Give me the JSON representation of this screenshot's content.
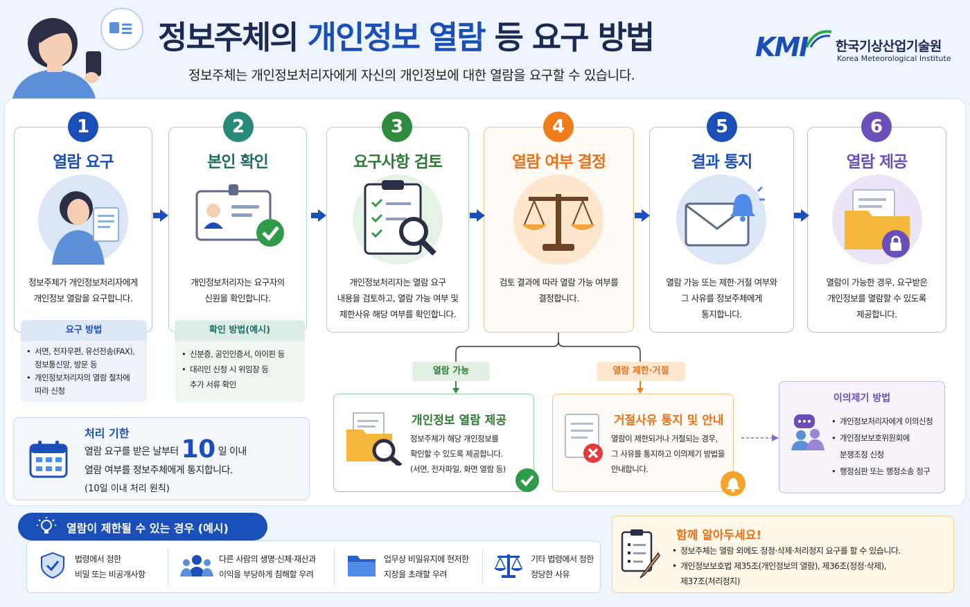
{
  "header": {
    "title_a": "정보주체의 ",
    "title_b": "개인정보 열람",
    "title_c": " 등 요구 방법",
    "subtitle": "정보주체는 개인정보처리자에게 자신의 개인정보에 대한 열람을 요구할 수 있습니다.",
    "logo_mark": "KMI",
    "logo_kr": "한국기상산업기술원",
    "logo_en": "Korea Meteorological Institute"
  },
  "steps": [
    {
      "num": "1",
      "title": "열람 요구",
      "desc": [
        "정보주체가 개인정보처리자에게",
        "개인정보 열람을 요구합니다."
      ],
      "color": "#1a4fb8"
    },
    {
      "num": "2",
      "title": "본인 확인",
      "desc": [
        "개인정보처리자는 요구자의",
        "신원을 확인합니다."
      ],
      "color": "#2a8a7a"
    },
    {
      "num": "3",
      "title": "요구사항 검토",
      "desc": [
        "개인정보처리자는 열람 요구",
        "내용을 검토하고, 열람 가능 여부 및",
        "제한사유 해당 여부를 확인합니다."
      ],
      "color": "#2e8b3e"
    },
    {
      "num": "4",
      "title": "열람 여부 결정",
      "desc": [
        "검토 결과에 따라 열람 가능 여부를",
        "결정합니다."
      ],
      "color": "#f07d1c"
    },
    {
      "num": "5",
      "title": "결과 통지",
      "desc": [
        "열람 가능 또는 제한·거절 여부와",
        "그 사유를 정보주체에게",
        "통지합니다."
      ],
      "color": "#1a4fb8"
    },
    {
      "num": "6",
      "title": "열람 제공",
      "desc": [
        "열람이 가능한 경우, 요구받은",
        "개인정보를 열람할 수 있도록",
        "제공합니다."
      ],
      "color": "#6b4fb8"
    }
  ],
  "request_method": {
    "title": "요구 방법",
    "items": [
      "서면, 전자우편, 유선전송(FAX),",
      "정보통신망, 방문 등",
      "개인정보처리자의 열람 절차에",
      "따라 신청"
    ]
  },
  "verify_method": {
    "title": "확인 방법(예시)",
    "items": [
      "신분증, 공인인증서, 아이핀 등",
      "대리인 신청 시 위임장 등",
      "추가 서류 확인"
    ]
  },
  "deadline": {
    "title": "처리 기한",
    "line1a": "열람 요구를 받은 날부터",
    "days": "10",
    "line1b": "일 이내",
    "line2": "열람 여부를 정보주체에게 통지합니다.",
    "line3": "(10일 이내 처리 원칙)"
  },
  "allowed": {
    "tag": "열람 가능",
    "title": "개인정보 열람 제공",
    "desc": [
      "정보주체가 해당 개인정보를",
      "확인할 수 있도록 제공합니다.",
      "(서면, 전자파일, 화면 열람 등)"
    ]
  },
  "restricted": {
    "tag": "열람 제한·거절",
    "title": "거절사유 통지 및 안내",
    "desc": [
      "열람이 제한되거나 거절되는 경우,",
      "그 사유를 통지하고 이의제기 방법을",
      "안내합니다."
    ]
  },
  "objection": {
    "title": "이의제기 방법",
    "items": [
      "개인정보처리자에게 이의신청",
      "개인정보보호위원회에",
      "분쟁조정 신청",
      "행정심판 또는 행정소송 청구"
    ]
  },
  "limits": {
    "title": "열람이 제한될 수 있는 경우 (예시)",
    "items": [
      [
        "법령에서 정한",
        "비밀 또는 비공개사항"
      ],
      [
        "다른 사람의 생명·신체·재산과",
        "이익을 부당하게 침해할 우려"
      ],
      [
        "업무상 비밀유지에 현저한",
        "지장을 초래할 우려"
      ],
      [
        "기타 법령에서 정한",
        "정당한 사유"
      ]
    ]
  },
  "notice": {
    "title": "함께 알아두세요!",
    "items": [
      "정보주체는 열람 외에도 정정·삭제·처리정지 요구를 할 수 있습니다.",
      "개인정보보호법 제35조(개인정보의 열람), 제36조(정정·삭제),",
      "제37조(처리정지)"
    ]
  }
}
